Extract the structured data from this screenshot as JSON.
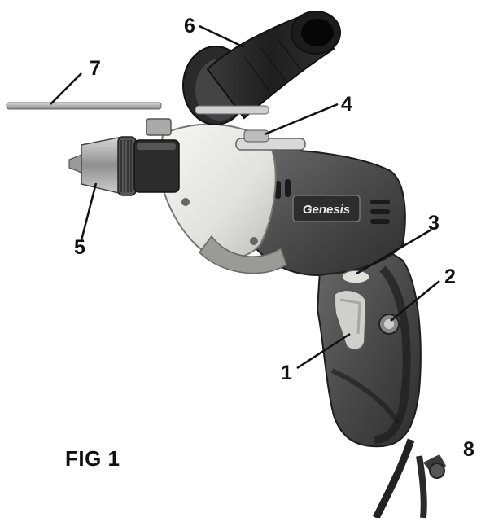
{
  "figure": {
    "label": "FIG 1"
  },
  "product": {
    "brand": "Genesis"
  },
  "callouts": [
    {
      "id": "1"
    },
    {
      "id": "2"
    },
    {
      "id": "3"
    },
    {
      "id": "4"
    },
    {
      "id": "5"
    },
    {
      "id": "6"
    },
    {
      "id": "7"
    },
    {
      "id": "8"
    }
  ],
  "colors": {
    "body_dark": "#4a4a4a",
    "body_darker": "#2c2c2c",
    "housing_light": "#e8e8e6",
    "trigger": "#c9c9c7",
    "metal": "#bfbfbf"
  }
}
